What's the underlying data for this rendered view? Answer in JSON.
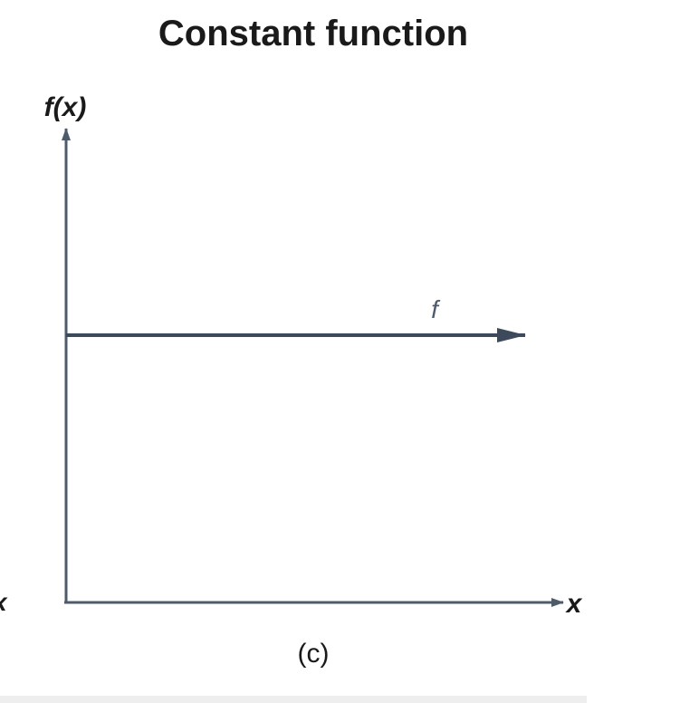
{
  "figure": {
    "title": "Constant function",
    "y_axis_label": "f(x)",
    "x_axis_label": "x",
    "curve_label": "f",
    "caption": "(c)",
    "left_edge_glyph": "x",
    "colors": {
      "axis": "#4d5b6a",
      "curve": "#3c4a5c",
      "text": "#1a1a1a",
      "background": "#ffffff"
    }
  }
}
